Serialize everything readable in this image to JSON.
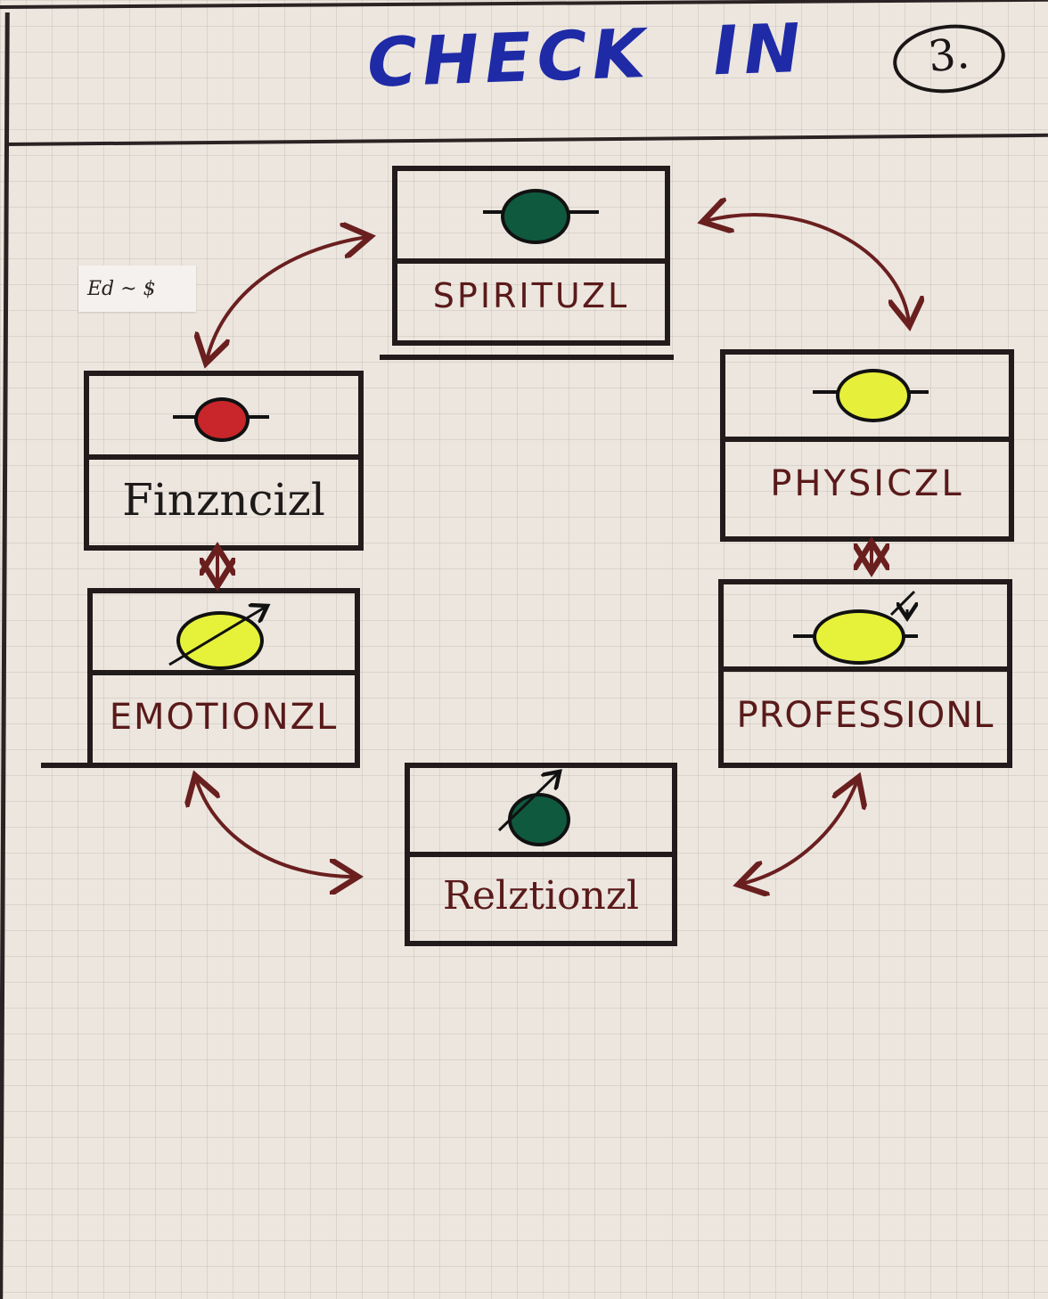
{
  "title": {
    "word1": "CHECK",
    "word2": "IN",
    "number": "3."
  },
  "sticky_note": "Ed ~ $",
  "boxes": [
    {
      "id": "spiritual",
      "label": "SPIRITUZL",
      "status": "green",
      "indicator_color": "#0f5a3f",
      "trend_arrow": false
    },
    {
      "id": "financial",
      "label": "Finzncizl",
      "status": "red",
      "indicator_color": "#c8262a",
      "trend_arrow": false
    },
    {
      "id": "physical",
      "label": "PHYSICZL",
      "status": "yellow",
      "indicator_color": "#e6ef3a",
      "trend_arrow": false
    },
    {
      "id": "emotional",
      "label": "EMOTIONZL",
      "status": "yellow",
      "indicator_color": "#e6f23a",
      "trend_arrow": true
    },
    {
      "id": "professional",
      "label": "PROFESSIONL",
      "status": "yellow",
      "indicator_color": "#e6f23a",
      "trend_arrow": true
    },
    {
      "id": "relational",
      "label": "Relztionzl",
      "status": "green",
      "indicator_color": "#0f5a3f",
      "trend_arrow": true
    }
  ],
  "colors": {
    "ink": "#221b1b",
    "arrow": "#6a1f1f",
    "title_ink": "#1f2aa6"
  }
}
